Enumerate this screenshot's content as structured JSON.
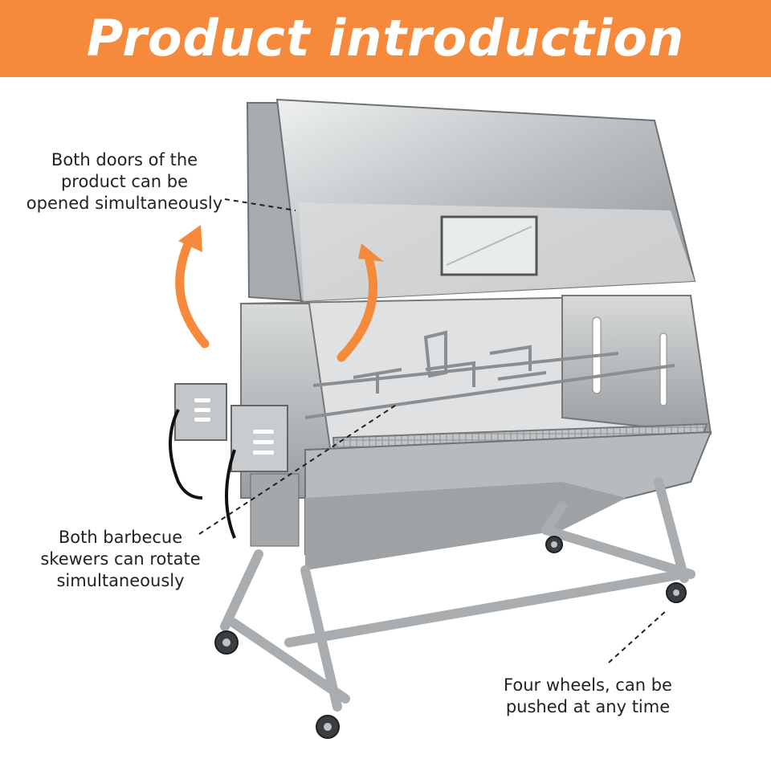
{
  "banner": {
    "title": "Product introduction",
    "background": "#f58a3c",
    "text_color": "#ffffff"
  },
  "annotations": {
    "doors": [
      "Both doors of the",
      "product can be",
      "opened simultaneously"
    ],
    "skewers": [
      "Both barbecue",
      "skewers can rotate",
      "simultaneously"
    ],
    "wheels": [
      "Four wheels, can be",
      "pushed at any time"
    ]
  },
  "arrows": {
    "color": "#f58a3c",
    "icon": "curved-up-arrow-icon"
  },
  "product": {
    "material_color": "#c9ccce",
    "description": "rotisserie-grill-image"
  }
}
